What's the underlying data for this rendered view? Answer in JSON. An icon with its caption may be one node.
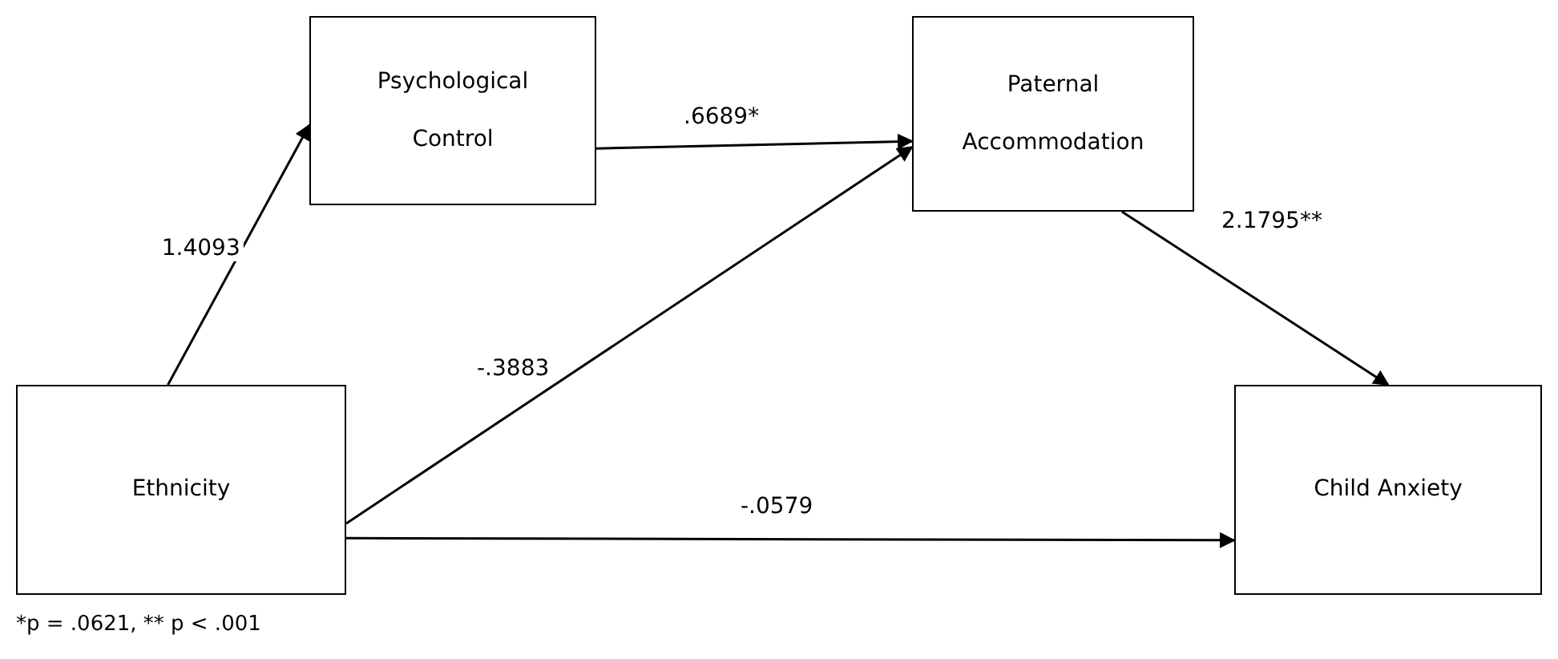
{
  "diagram": {
    "nodes": [
      {
        "text": [
          "Psychological Control"
        ]
      },
      {
        "text": [
          "Paternal Accommodation"
        ]
      },
      {
        "text": [
          "Ethnicity"
        ]
      },
      {
        "text": [
          "Child Anxiety"
        ]
      }
    ],
    "edges": [
      {
        "from": 2,
        "to": 0,
        "arrow": "to",
        "label": "1.4093"
      },
      {
        "from": 0,
        "to": 1,
        "arrow": "to",
        "label": ".6689*"
      },
      {
        "from": 2,
        "to": 1,
        "arrow": "to",
        "label": "-.3883"
      },
      {
        "from": 1,
        "to": 3,
        "arrow": "to",
        "label": "2.1795**"
      },
      {
        "from": 2,
        "to": 3,
        "arrow": "to",
        "label": "-.0579"
      }
    ],
    "labels": [
      "*p = .0621, ** p < .001"
    ]
  }
}
